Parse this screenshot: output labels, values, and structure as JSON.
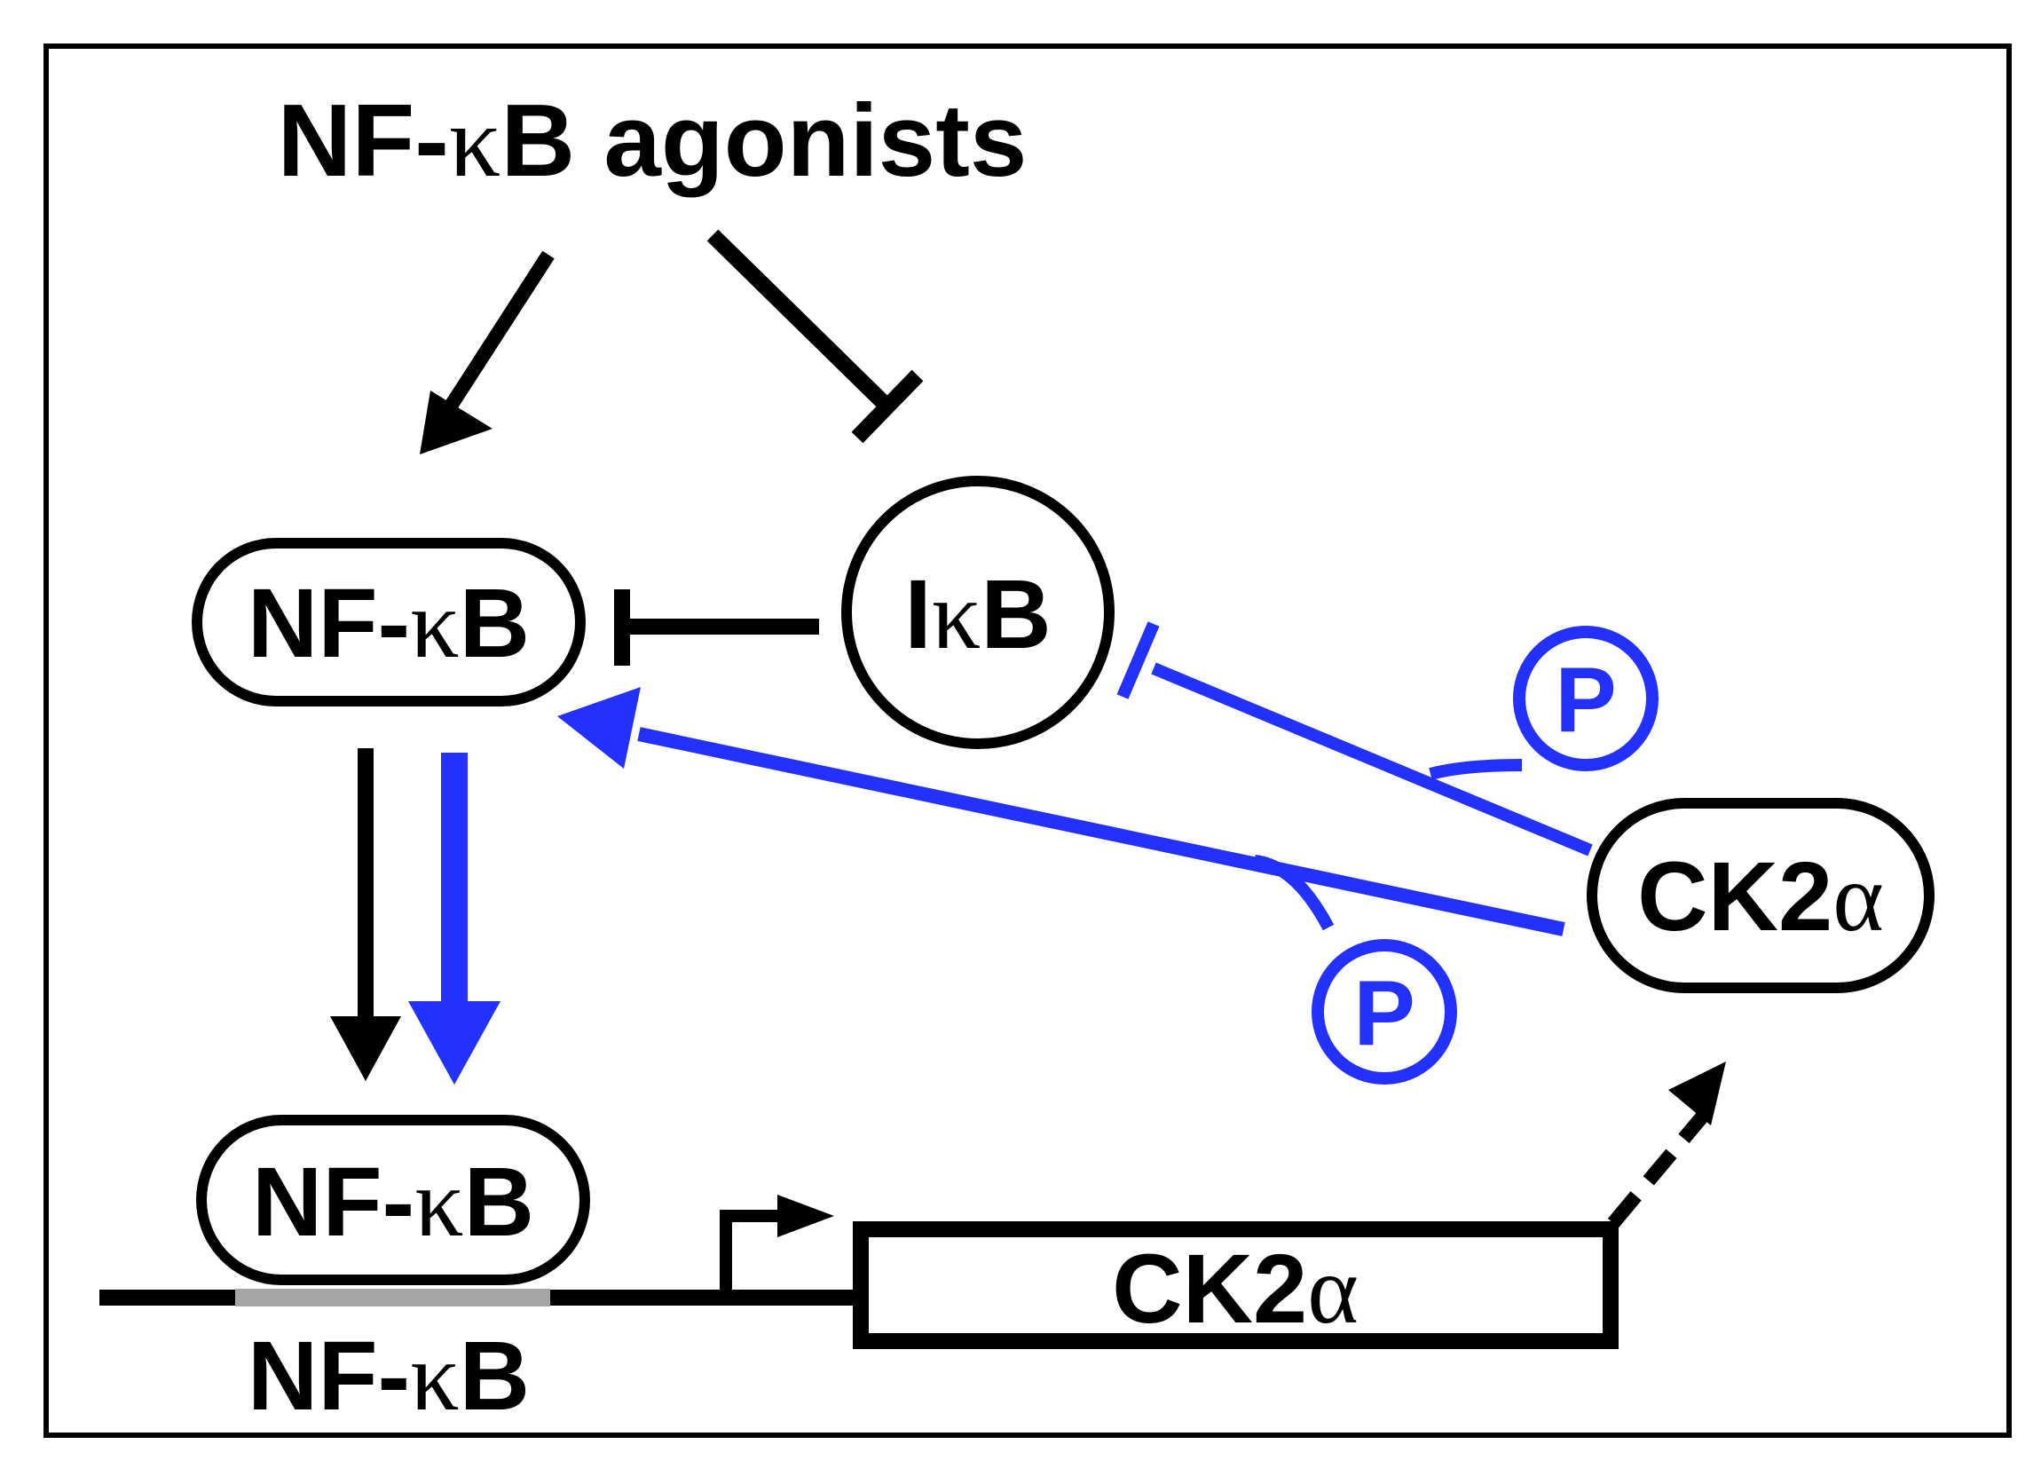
{
  "colors": {
    "ink": "#000000",
    "blue": "#2331ff",
    "promoter_site": "#a6a6a6",
    "background": "#ffffff"
  },
  "labels": {
    "agonists": {
      "prefix": "NF-",
      "greek": "κ",
      "suffix": "B agonists"
    },
    "nfkb_cytoplasm": {
      "prefix": "NF-",
      "greek": "κ",
      "suffix": "B"
    },
    "ikb": {
      "prefix": "I",
      "greek": "κ",
      "suffix": "B"
    },
    "ck2a_protein": {
      "prefix": "CK2",
      "greek": "α",
      "suffix": ""
    },
    "nfkb_nuclear": {
      "prefix": "NF-",
      "greek": "κ",
      "suffix": "B"
    },
    "binding_site": {
      "prefix": "NF-",
      "greek": "κ",
      "suffix": "B"
    },
    "ck2a_gene": {
      "prefix": "CK2",
      "greek": "α",
      "suffix": ""
    },
    "phospho": "P"
  },
  "relations": [
    {
      "from": "NF-κB agonists",
      "to": "NF-κB",
      "type": "activation"
    },
    {
      "from": "NF-κB agonists",
      "to": "IκB",
      "type": "inhibition"
    },
    {
      "from": "IκB",
      "to": "NF-κB",
      "type": "inhibition"
    },
    {
      "from": "NF-κB",
      "to": "nuclear NF-κB",
      "type": "translocation"
    },
    {
      "from": "CK2α",
      "to": "IκB",
      "type": "phosphorylation-inhibition"
    },
    {
      "from": "CK2α",
      "to": "NF-κB",
      "type": "phosphorylation-activation"
    },
    {
      "from": "CK2α gene",
      "to": "CK2α",
      "type": "expression"
    }
  ]
}
